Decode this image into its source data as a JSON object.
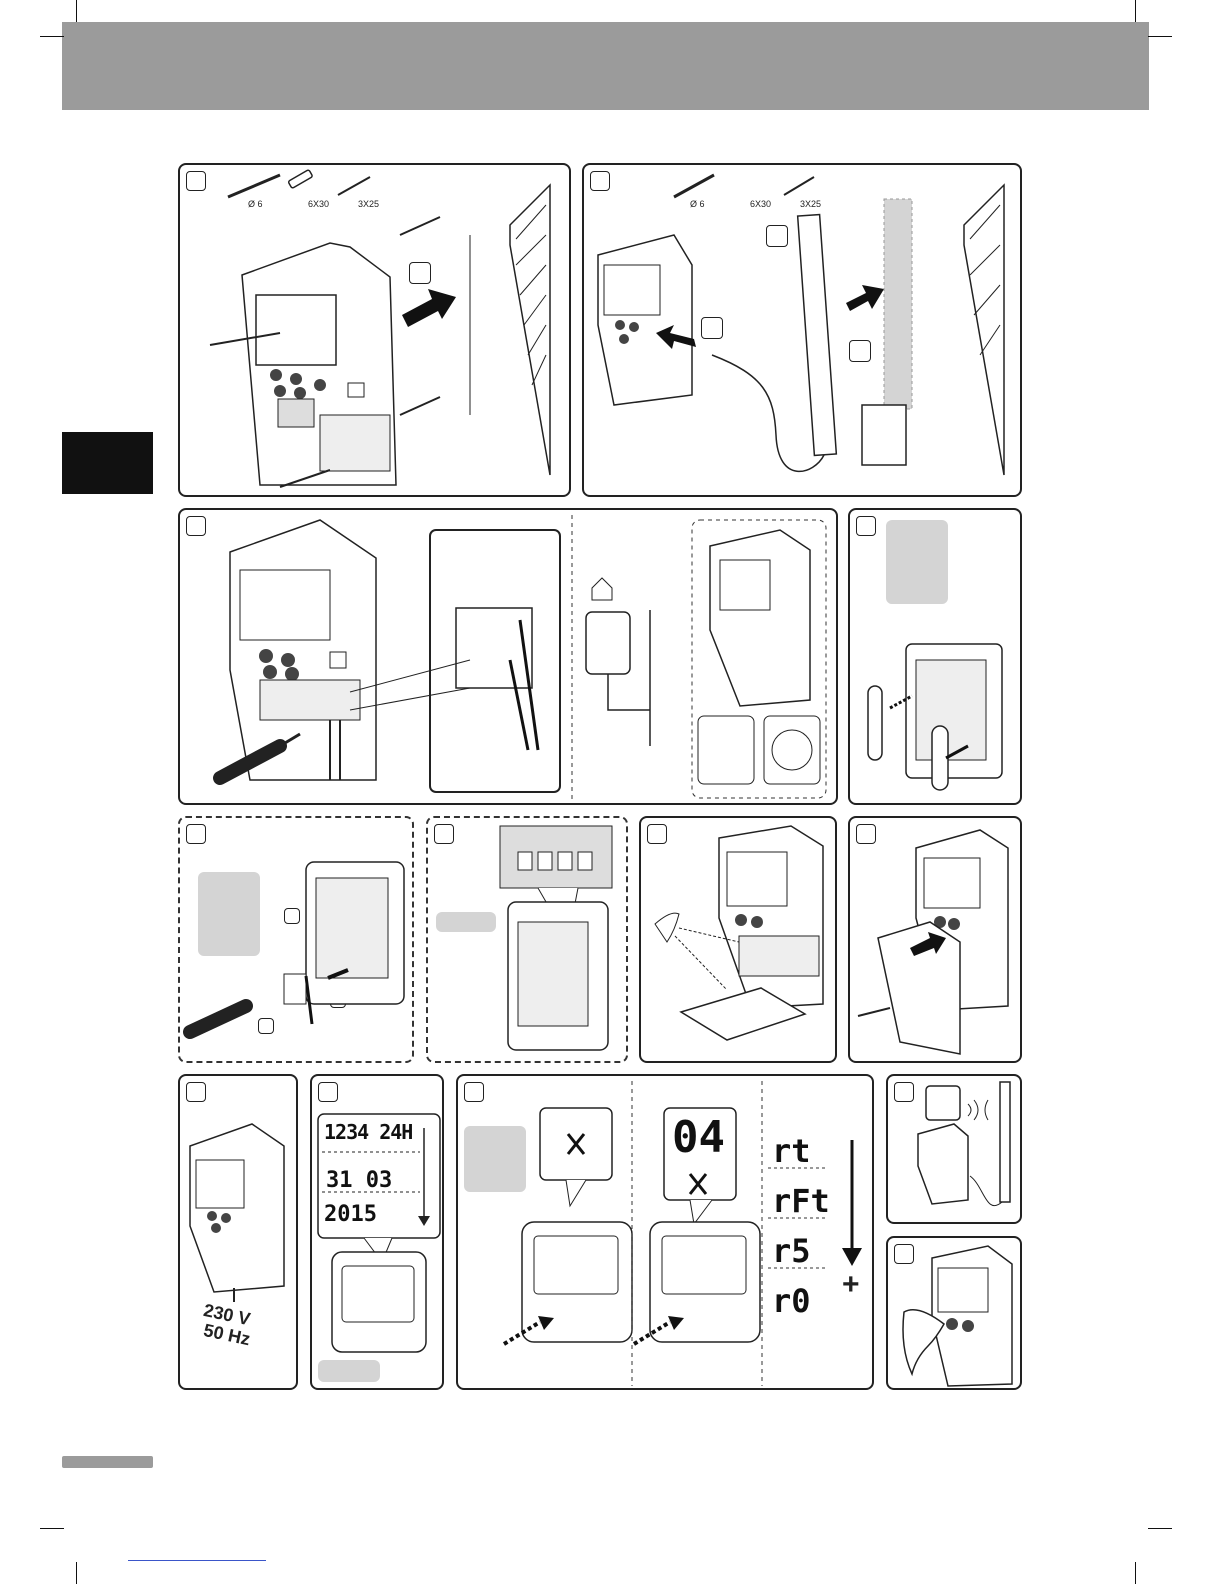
{
  "step1": {
    "items": [
      {
        "icon": "drill-bit-icon",
        "label": "Ø 6"
      },
      {
        "icon": "wall-plug-icon",
        "label": "6X30"
      },
      {
        "icon": "screw-icon",
        "label": "3X25"
      }
    ]
  },
  "step2": {
    "items": [
      {
        "icon": "drill-bit-icon",
        "label": "Ø 6"
      },
      {
        "icon": "wall-plug-icon",
        "label": "6X30"
      },
      {
        "icon": "screw-icon",
        "label": "3X25"
      }
    ]
  },
  "step11": {
    "display_line1": "1234 24H",
    "display_line2": "31 03",
    "display_line3": "2015"
  },
  "step12": {
    "display_number": "04",
    "codes": [
      "rt",
      "rFt",
      "r5",
      "r0"
    ],
    "plus": "+"
  },
  "step10": {
    "voltage": "230 V",
    "frequency": "50 Hz"
  },
  "colors": {
    "header": "#9b9b9b",
    "side_tab": "#111111",
    "placeholder": "#d4d4d4"
  }
}
